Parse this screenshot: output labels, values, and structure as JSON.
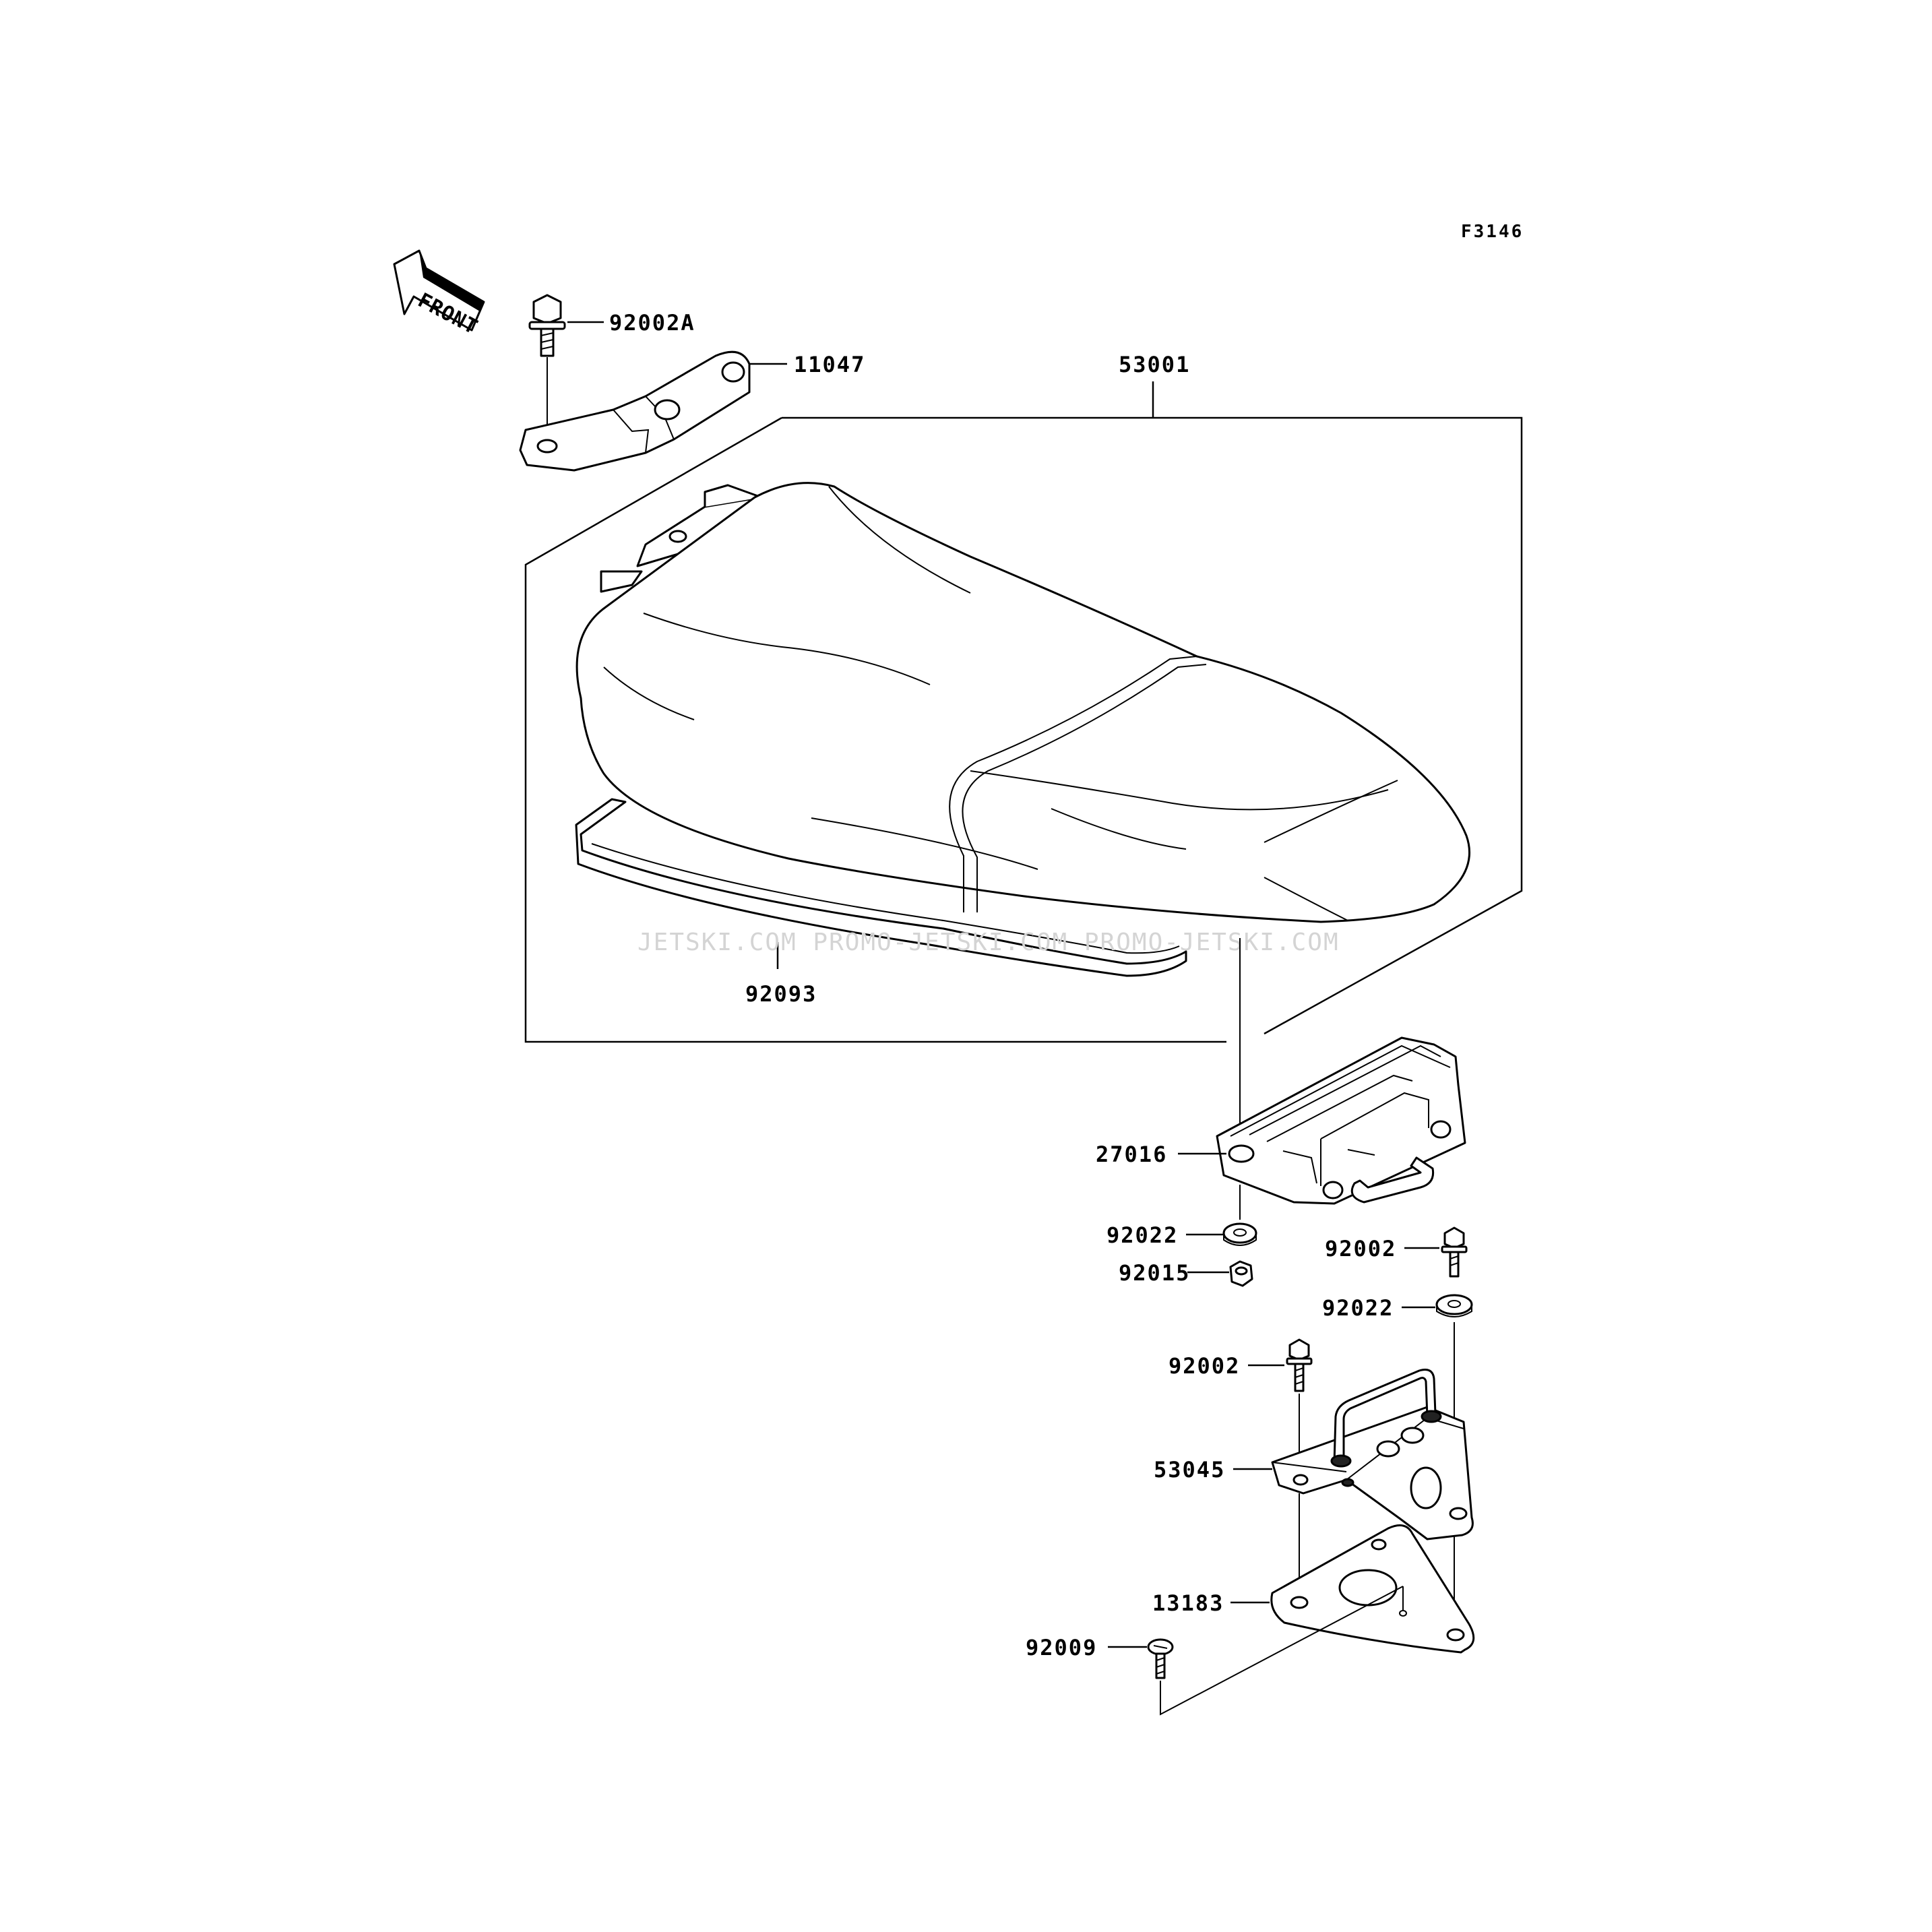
{
  "figure": {
    "code": "F3146",
    "front_marker": "FRONT",
    "watermark": "JETSKI.COM  PROMO-JETSKI.COM  PROMO-JETSKI.COM"
  },
  "callouts": {
    "p92002A": "92002A",
    "p11047": "11047",
    "p53001": "53001",
    "p92093": "92093",
    "p27016": "27016",
    "p92022_a": "92022",
    "p92015": "92015",
    "p92002_a": "92002",
    "p92022_b": "92022",
    "p92002_b": "92002",
    "p53045": "53045",
    "p13183": "13183",
    "p92009": "92009"
  }
}
